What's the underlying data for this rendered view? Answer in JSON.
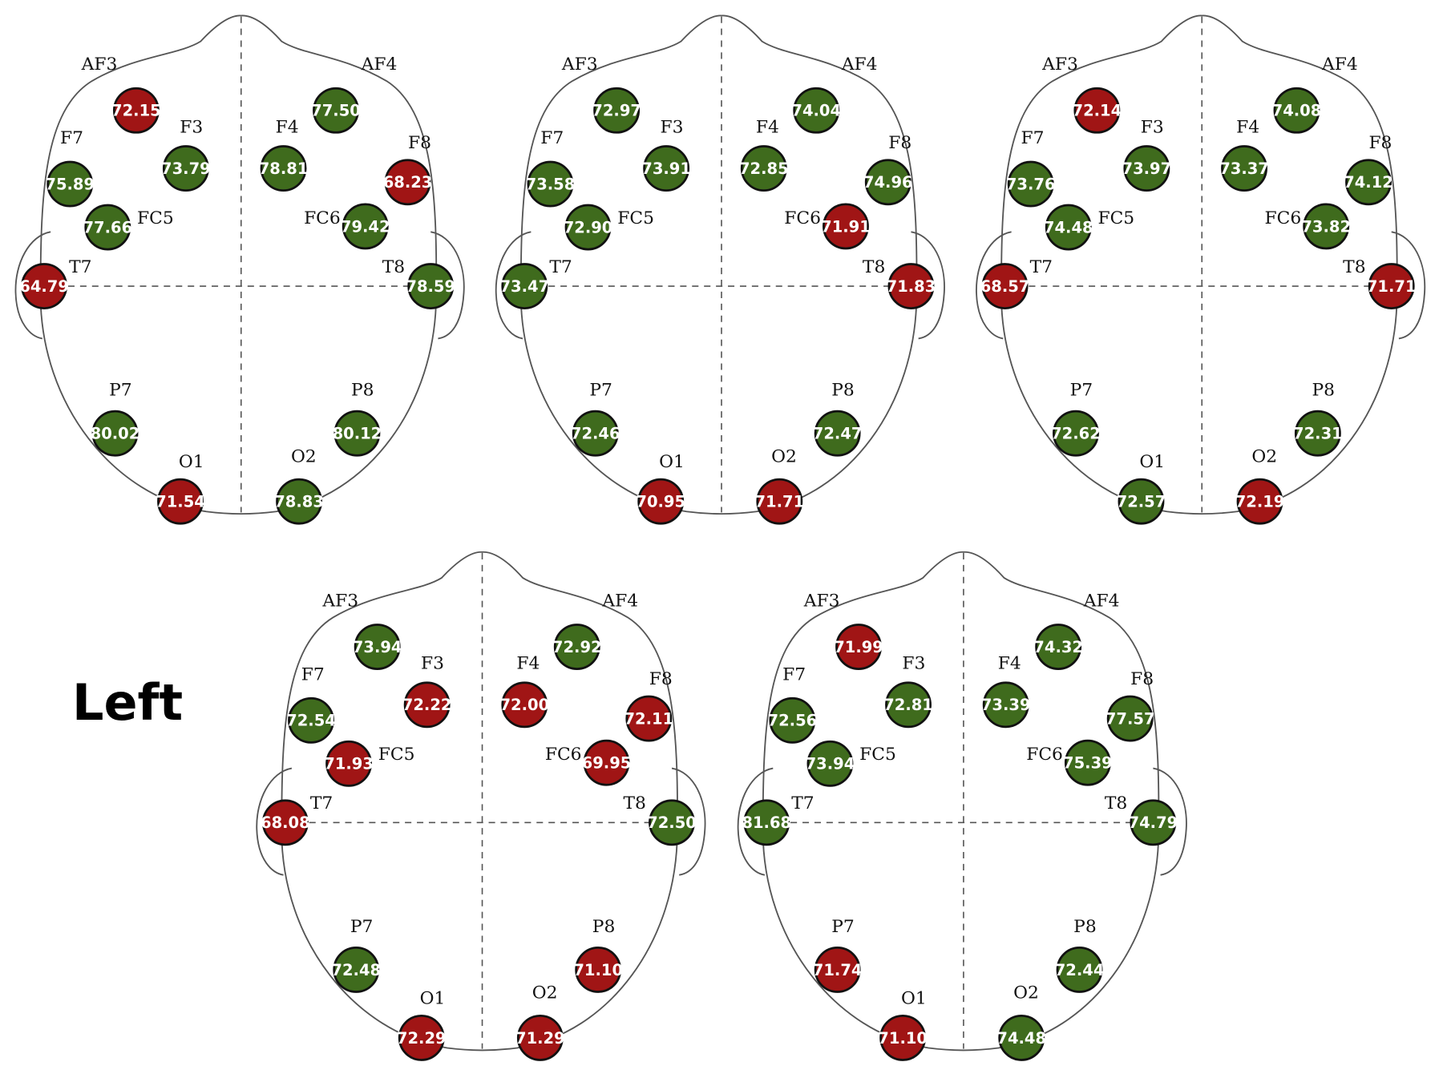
{
  "side_label": "Left",
  "colors": {
    "high": "#3f6b1d",
    "low": "#a01515",
    "outline": "#555555"
  },
  "electrodes": [
    "AF3",
    "AF4",
    "F7",
    "F3",
    "F4",
    "F8",
    "FC5",
    "FC6",
    "T7",
    "T8",
    "P7",
    "P8",
    "O1",
    "O2"
  ],
  "maps": [
    {
      "values": {
        "AF3": {
          "v": "72.15",
          "state": "low"
        },
        "AF4": {
          "v": "77.50",
          "state": "high"
        },
        "F7": {
          "v": "75.89",
          "state": "high"
        },
        "F3": {
          "v": "73.79",
          "state": "high"
        },
        "F4": {
          "v": "78.81",
          "state": "high"
        },
        "F8": {
          "v": "68.23",
          "state": "low"
        },
        "FC5": {
          "v": "77.66",
          "state": "high"
        },
        "FC6": {
          "v": "79.42",
          "state": "high"
        },
        "T7": {
          "v": "64.79",
          "state": "low"
        },
        "T8": {
          "v": "78.59",
          "state": "high"
        },
        "P7": {
          "v": "80.02",
          "state": "high"
        },
        "P8": {
          "v": "80.12",
          "state": "high"
        },
        "O1": {
          "v": "71.54",
          "state": "low"
        },
        "O2": {
          "v": "78.83",
          "state": "high"
        }
      }
    },
    {
      "values": {
        "AF3": {
          "v": "72.97",
          "state": "high"
        },
        "AF4": {
          "v": "74.04",
          "state": "high"
        },
        "F7": {
          "v": "73.58",
          "state": "high"
        },
        "F3": {
          "v": "73.91",
          "state": "high"
        },
        "F4": {
          "v": "72.85",
          "state": "high"
        },
        "F8": {
          "v": "74.96",
          "state": "high"
        },
        "FC5": {
          "v": "72.90",
          "state": "high"
        },
        "FC6": {
          "v": "71.91",
          "state": "low"
        },
        "T7": {
          "v": "73.47",
          "state": "high"
        },
        "T8": {
          "v": "71.83",
          "state": "low"
        },
        "P7": {
          "v": "72.46",
          "state": "high"
        },
        "P8": {
          "v": "72.47",
          "state": "high"
        },
        "O1": {
          "v": "70.95",
          "state": "low"
        },
        "O2": {
          "v": "71.71",
          "state": "low"
        }
      }
    },
    {
      "values": {
        "AF3": {
          "v": "72.14",
          "state": "low"
        },
        "AF4": {
          "v": "74.08",
          "state": "high"
        },
        "F7": {
          "v": "73.76",
          "state": "high"
        },
        "F3": {
          "v": "73.97",
          "state": "high"
        },
        "F4": {
          "v": "73.37",
          "state": "high"
        },
        "F8": {
          "v": "74.12",
          "state": "high"
        },
        "FC5": {
          "v": "74.48",
          "state": "high"
        },
        "FC6": {
          "v": "73.82",
          "state": "high"
        },
        "T7": {
          "v": "68.57",
          "state": "low"
        },
        "T8": {
          "v": "71.71",
          "state": "low"
        },
        "P7": {
          "v": "72.62",
          "state": "high"
        },
        "P8": {
          "v": "72.31",
          "state": "high"
        },
        "O1": {
          "v": "72.57",
          "state": "high"
        },
        "O2": {
          "v": "72.19",
          "state": "low"
        }
      }
    },
    {
      "values": {
        "AF3": {
          "v": "73.94",
          "state": "high"
        },
        "AF4": {
          "v": "72.92",
          "state": "high"
        },
        "F7": {
          "v": "72.54",
          "state": "high"
        },
        "F3": {
          "v": "72.22",
          "state": "low"
        },
        "F4": {
          "v": "72.00",
          "state": "low"
        },
        "F8": {
          "v": "72.11",
          "state": "low"
        },
        "FC5": {
          "v": "71.93",
          "state": "low"
        },
        "FC6": {
          "v": "69.95",
          "state": "low"
        },
        "T7": {
          "v": "68.08",
          "state": "low"
        },
        "T8": {
          "v": "72.50",
          "state": "high"
        },
        "P7": {
          "v": "72.48",
          "state": "high"
        },
        "P8": {
          "v": "71.10",
          "state": "low"
        },
        "O1": {
          "v": "72.29",
          "state": "low"
        },
        "O2": {
          "v": "71.29",
          "state": "low"
        }
      }
    },
    {
      "values": {
        "AF3": {
          "v": "71.99",
          "state": "low"
        },
        "AF4": {
          "v": "74.32",
          "state": "high"
        },
        "F7": {
          "v": "72.56",
          "state": "high"
        },
        "F3": {
          "v": "72.81",
          "state": "high"
        },
        "F4": {
          "v": "73.39",
          "state": "high"
        },
        "F8": {
          "v": "77.57",
          "state": "high"
        },
        "FC5": {
          "v": "73.94",
          "state": "high"
        },
        "FC6": {
          "v": "75.39",
          "state": "high"
        },
        "T7": {
          "v": "81.68",
          "state": "high"
        },
        "T8": {
          "v": "74.79",
          "state": "high"
        },
        "P7": {
          "v": "71.74",
          "state": "low"
        },
        "P8": {
          "v": "72.44",
          "state": "high"
        },
        "O1": {
          "v": "71.10",
          "state": "low"
        },
        "O2": {
          "v": "74.48",
          "state": "high"
        }
      }
    }
  ]
}
